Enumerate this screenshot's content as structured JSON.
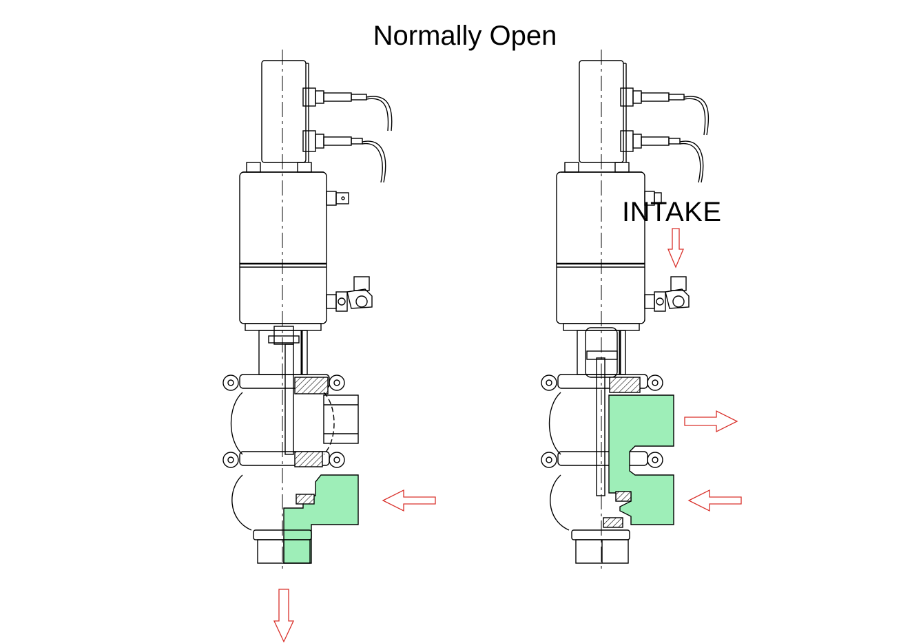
{
  "title": "Normally Open",
  "intake_label": "INTAKE",
  "colors": {
    "line": "#000000",
    "fluid": "#9eeeb8",
    "arrow": "#d9302a"
  },
  "views": [
    {
      "id": "valve-closed-state",
      "state": "flow-down"
    },
    {
      "id": "valve-open-state",
      "state": "flow-out"
    }
  ]
}
